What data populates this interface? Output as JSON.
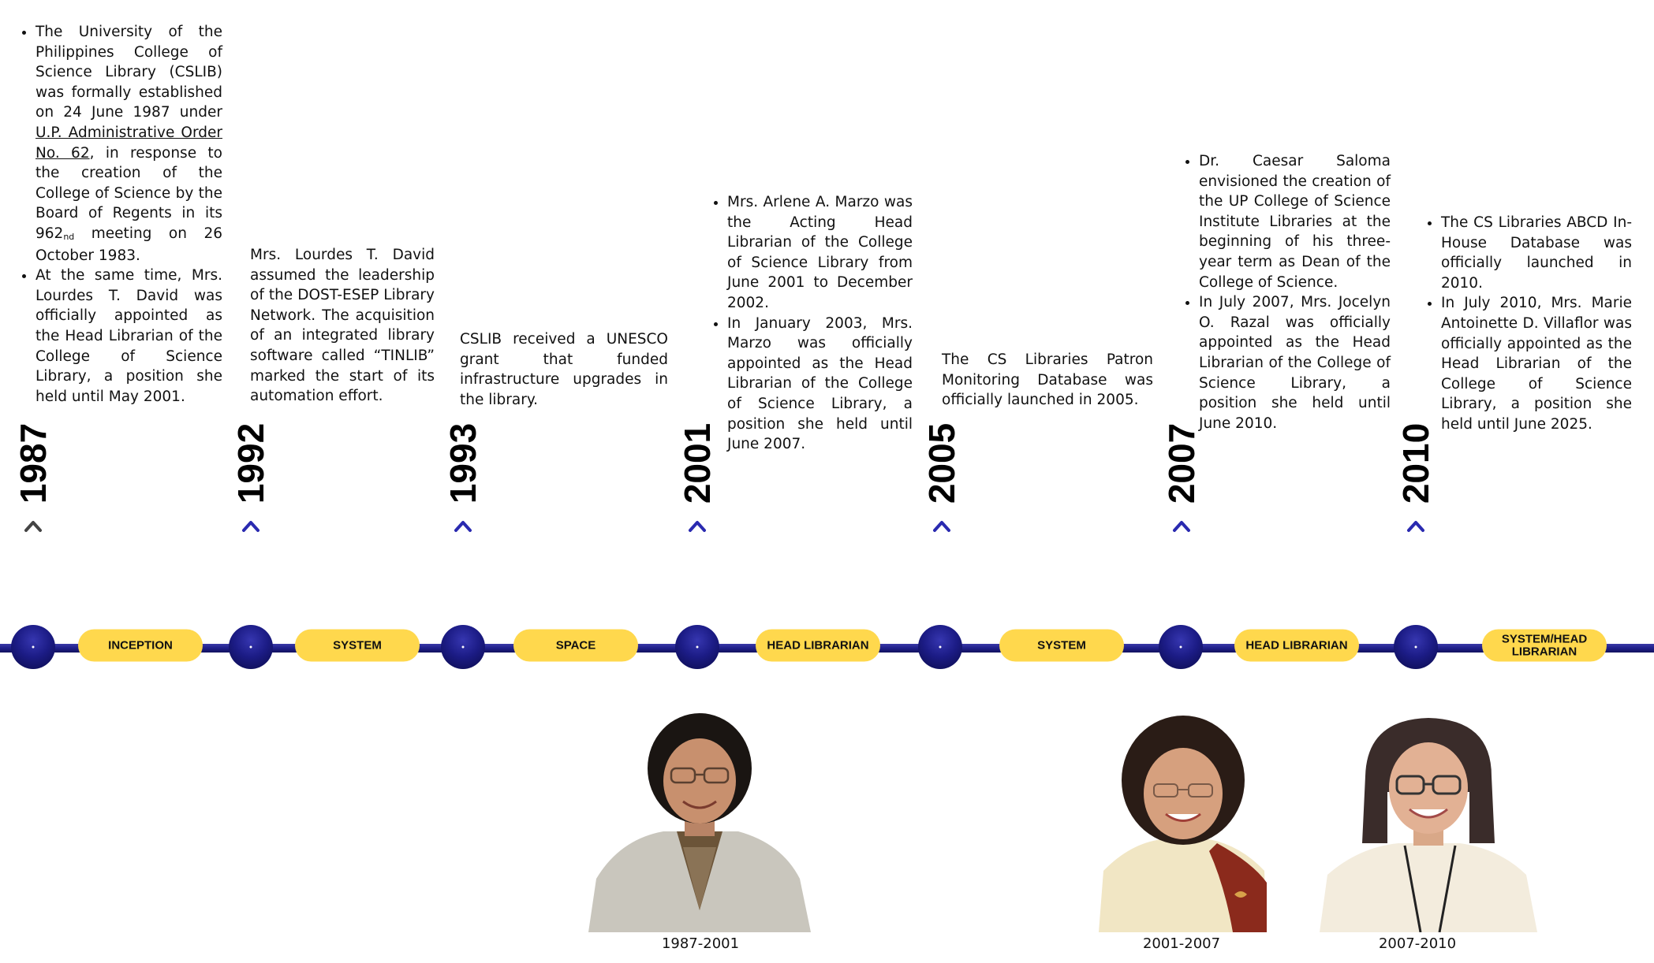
{
  "milestones": [
    {
      "year": "1987",
      "tag": "INCEPTION"
    },
    {
      "year": "1992",
      "tag": "SYSTEM"
    },
    {
      "year": "1993",
      "tag": "SPACE"
    },
    {
      "year": "2001",
      "tag": "HEAD LIBRARIAN"
    },
    {
      "year": "2005",
      "tag": "SYSTEM"
    },
    {
      "year": "2007",
      "tag": "HEAD LIBRARIAN"
    },
    {
      "year": "2010",
      "tag": "SYSTEM/HEAD LIBRARIAN"
    }
  ],
  "descriptions": {
    "y1987": {
      "item1_part1": "The University of the Philippines College of Science Library (CSLIB) was formally established on 24 June 1987 under ",
      "item1_link": "U.P. Administrative Order No. 62",
      "item1_part2": ", in response to the creation of the College of Science by the Board of Regents in its 962",
      "item1_sup": "nd",
      "item1_part3": " meeting on 26 October 1983.",
      "item2": "At the same time, Mrs. Lourdes T. David was officially appointed as the Head Librarian of the College of Science Library, a position she held until May 2001."
    },
    "y1992": "Mrs. Lourdes T. David assumed the leadership of the DOST-ESEP Library Network. The acquisition of an integrated library software called “TINLIB” marked the start of its automation effort.",
    "y1993": "CSLIB received a UNESCO grant that funded infrastructure upgrades in the library.",
    "y2001": [
      "Mrs. Arlene A. Marzo was the Acting Head Librarian of the College of Science Library from June 2001 to December 2002.",
      "In January 2003, Mrs. Marzo was officially appointed as the Head Librarian of the College of Science Library, a position she held until June 2007."
    ],
    "y2005": "The CS Libraries Patron Monitoring Database was officially launched in 2005.",
    "y2007": [
      "Dr. Caesar Saloma envisioned the creation of the UP College of Science Institute Libraries at the beginning of his three-year term as Dean of the College of Science.",
      "In July 2007, Mrs. Jocelyn O. Razal was officially appointed as the Head Librarian of the College of Science Library, a position she held until June 2010."
    ],
    "y2010": [
      "The CS Libraries ABCD In-House Database was officially launched in 2010.",
      "In July 2010, Mrs. Marie Antoinette D. Villaflor was officially appointed as the Head Librarian of the College of Science Library, a position she held until June 2025."
    ]
  },
  "photos": [
    {
      "caption": "1987-2001",
      "icon": "librarian-portrait-photo"
    },
    {
      "caption": "2001-2007",
      "icon": "librarian-portrait-photo"
    },
    {
      "caption": "2007-2010",
      "icon": "librarian-portrait-photo"
    }
  ],
  "colors": {
    "timeline_navy": "#1c1c86",
    "pill_yellow": "#ffd84d",
    "arrow_blue": "#2a2ab0",
    "arrow_gray": "#444444"
  }
}
